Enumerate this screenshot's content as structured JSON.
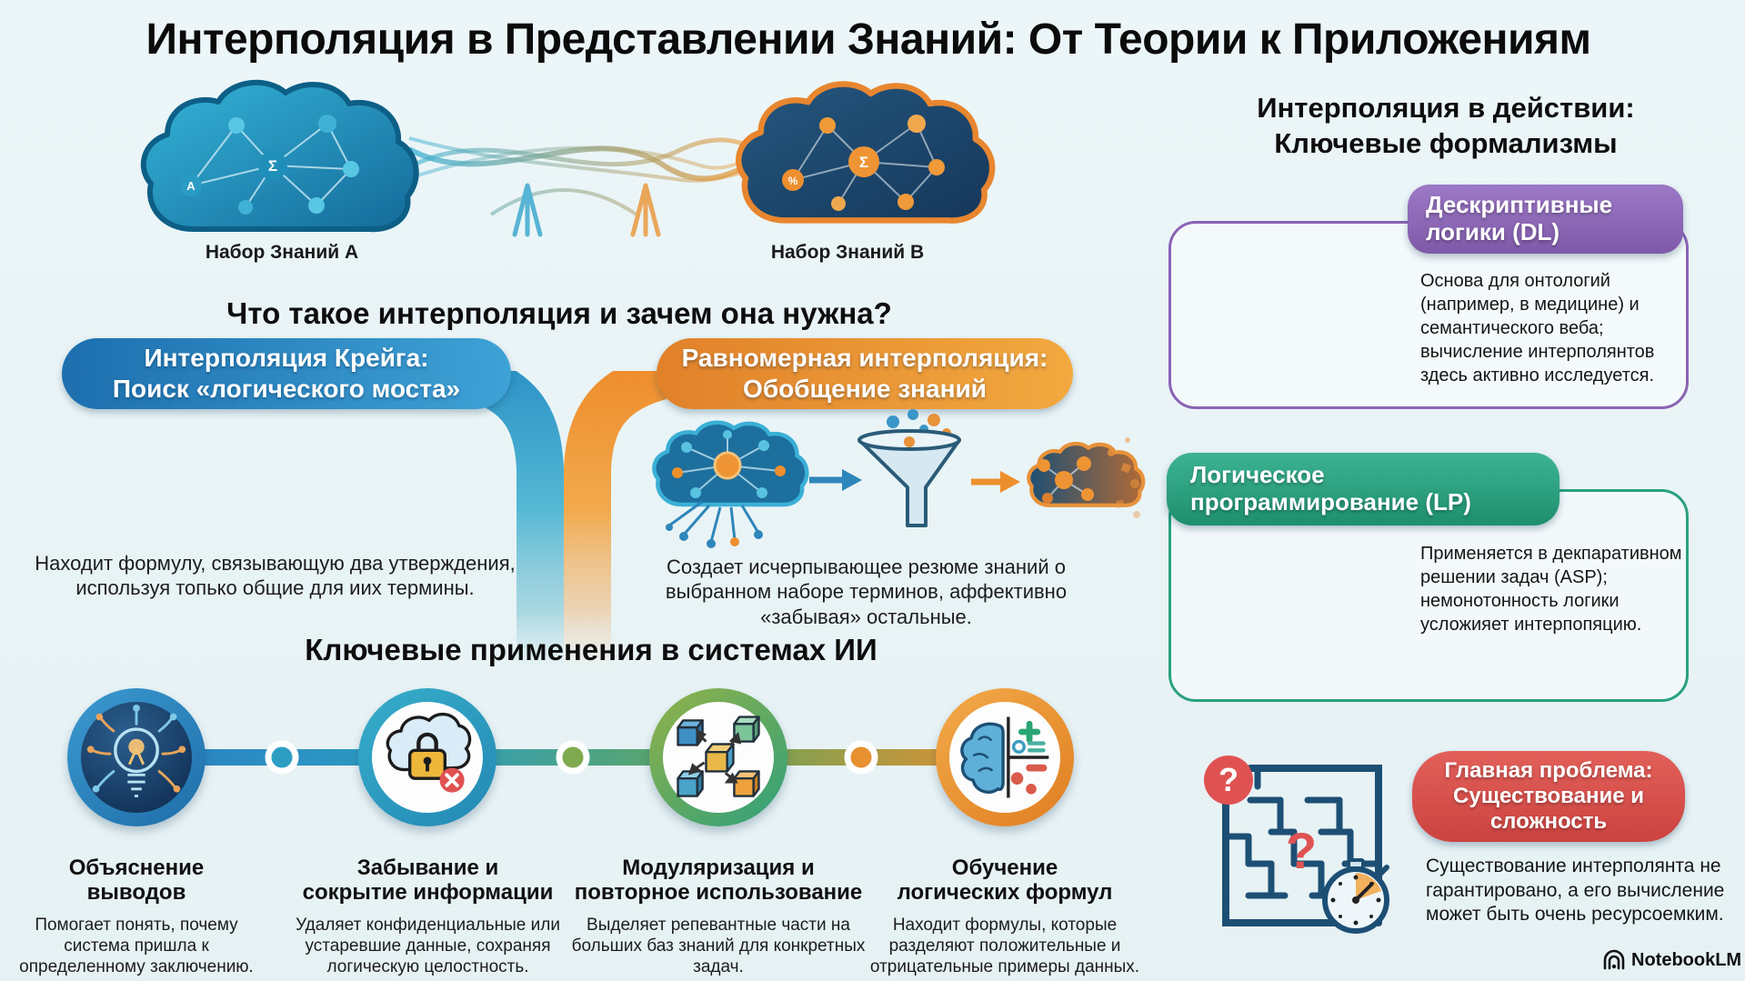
{
  "title": "Интерполяция в Представлении Знаний: От Теории к Приложениям",
  "hero": {
    "label_a": "Набор Знаний A",
    "label_b": "Набор Знаний B"
  },
  "question": {
    "heading": "Что такое интерполяция и зачем она нужна?",
    "craig": {
      "badge_line1": "Интерполяция Крейга:",
      "badge_line2": "Поиск «логического моста»",
      "description": "Находит формулу, связывающую два утверждения, используя топько общие для иих термины."
    },
    "uniform": {
      "badge_line1": "Равномерная интерполяция:",
      "badge_line2": "Обобщение знаний",
      "description": "Создает исчерпывающее резюме знаний о выбранном наборе терминов, аффективно «забывая» остальные."
    }
  },
  "applications": {
    "heading": "Ключевые применения в системах ИИ",
    "items": [
      {
        "icon": "lightbulb-network-icon",
        "title_line1": "Объяснение",
        "title_line2": "выводов",
        "description": "Помогает понять, почему система пришла к определенному заключению."
      },
      {
        "icon": "cloud-lock-icon",
        "title_line1": "Забывание и",
        "title_line2": "сокрытие информации",
        "description": "Удаляет конфиденциальные или устаревшие данные, сохраняя логическую целостность."
      },
      {
        "icon": "modular-cubes-icon",
        "title_line1": "Модуляризация и",
        "title_line2": "повторное использование",
        "description": "Выделяет репевантные части на больших баз знаний для конкретных задач."
      },
      {
        "icon": "brain-classification-icon",
        "title_line1": "Обучение",
        "title_line2": "логических формул",
        "description": "Находит формулы, которые разделяют положительные и отрицательные примеры данных."
      }
    ]
  },
  "formalisms": {
    "heading_line1": "Интерполяция в действии:",
    "heading_line2": "Ключевые формализмы",
    "dl": {
      "badge_line1": "Дескриптивные",
      "badge_line2": "логики (DL)",
      "description": "Основа для онтологий (например, в медицине) и семантического веба; вычисление интерполянтов здесь активно исследуется."
    },
    "lp": {
      "badge_line1": "Логическое",
      "badge_line2": "программирование (LP)",
      "description": "Применяется в декпаративном решении задач (ASP); немонотонность логики усложияет интерпопяцию."
    },
    "problem": {
      "badge_line1": "Главная проблема:",
      "badge_line2": "Существование и",
      "badge_line3": "сложность",
      "description": "Существование интерполянта не гарантировано, а его вычисление может быть очень ресурсоемким."
    }
  },
  "glyphs": {
    "sigma": "Σ",
    "letter_a": "A",
    "percent": "%",
    "question_mark": "?"
  },
  "footer": {
    "brand": "NotebookLM"
  },
  "colors": {
    "accent_blue": "#2178b5",
    "accent_orange": "#ec8b2d",
    "accent_purple": "#8a63b5",
    "accent_green": "#2aa180",
    "accent_red": "#d94b4b",
    "background": "#e9f3f6"
  }
}
